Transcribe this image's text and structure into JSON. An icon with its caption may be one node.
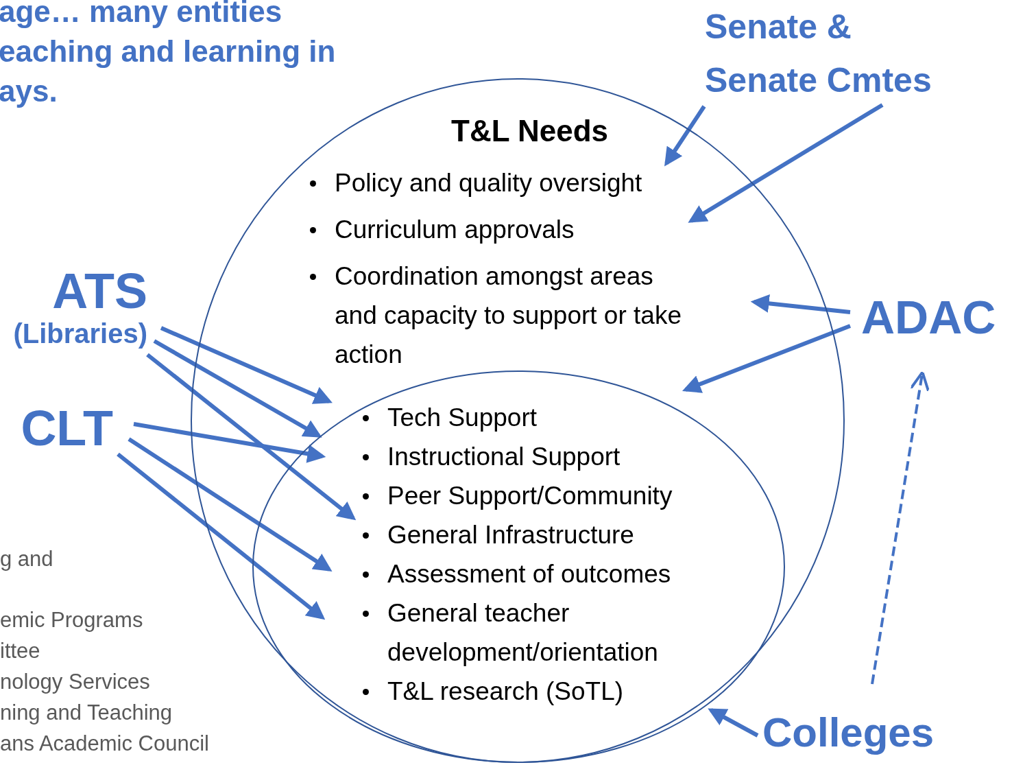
{
  "diagram": {
    "nodes": [
      {
        "text": [
          "T&L Needs",
          "Policy and quality oversight",
          "Curriculum approvals",
          "Coordination amongst areas and capacity to support or take action"
        ]
      },
      {
        "text": [
          "Tech Support",
          "Instructional Support",
          "Peer Support/Community",
          "General Infrastructure",
          "Assessment of outcomes",
          "General teacher development/orientation",
          "T&L research (SoTL)"
        ],
        "in": 0
      },
      {
        "text": [
          "ATS",
          "(Libraries)"
        ]
      },
      {
        "text": [
          "CLT"
        ]
      },
      {
        "text": [
          "ADAC"
        ]
      },
      {
        "text": [
          "Senate & Senate Cmtes"
        ]
      },
      {
        "text": [
          "Colleges"
        ]
      }
    ],
    "edges": [
      {
        "from": 2,
        "to": 1,
        "arrow": "to"
      },
      {
        "from": 2,
        "to": 1,
        "arrow": "to"
      },
      {
        "from": 2,
        "to": 1,
        "arrow": "to"
      },
      {
        "from": 3,
        "to": 1,
        "arrow": "to"
      },
      {
        "from": 3,
        "to": 1,
        "arrow": "to"
      },
      {
        "from": 3,
        "to": 1,
        "arrow": "to"
      },
      {
        "from": 5,
        "to": 0,
        "arrow": "to"
      },
      {
        "from": 5,
        "to": 0,
        "arrow": "to"
      },
      {
        "from": 4,
        "to": 0,
        "arrow": "to"
      },
      {
        "from": 4,
        "to": 1,
        "arrow": "to"
      },
      {
        "from": 6,
        "to": 0,
        "arrow": "to"
      },
      {
        "from": 6,
        "to": 4,
        "arrow": "to",
        "style": "dashed"
      }
    ],
    "labels": [
      "age… many entities",
      "eaching and learning in",
      "ays.",
      "g and",
      "emic Programs",
      "ittee",
      "nology Services",
      "ning and Teaching",
      "ans Academic Council"
    ]
  }
}
